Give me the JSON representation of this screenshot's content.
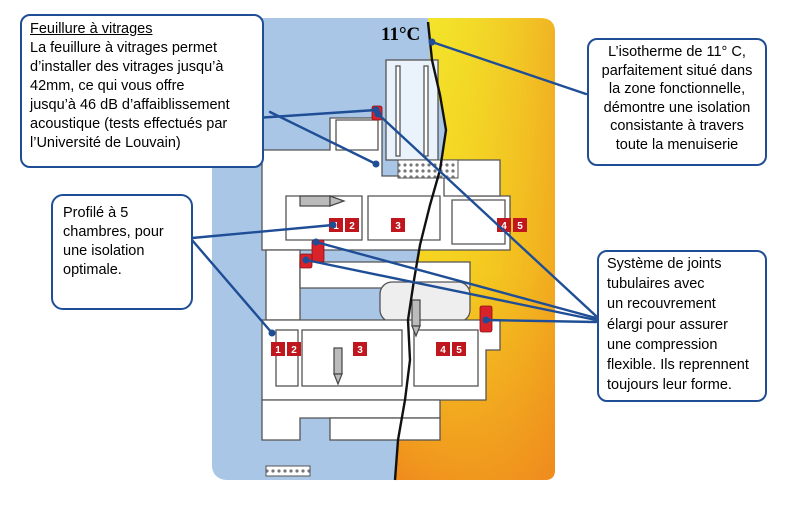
{
  "temperature_label": "11°C",
  "callouts": {
    "feuillure": {
      "title": "Feuillure à vitrages",
      "body": "La feuillure à vitrages permet\nd’installer des vitrages jusqu’à\n42mm, ce qui vous offre\njusqu’à 46 dB d’affaiblissement\nacoustique (tests effectués par\nl’Université de Louvain)"
    },
    "profile": {
      "body": "Profilé à 5\nchambres, pour\nune isolation\noptimale."
    },
    "isotherme": {
      "body": "L’isotherme de 11° C,\nparfaitement situé dans\nla zone fonctionnelle,\ndémontre une isolation\nconsistante à travers\ntoute la menuiserie"
    },
    "joints": {
      "body": "Système de joints\ntubulaires avec\nun recouvrement\nélargi pour assurer\nune compression\nflexible. Ils reprennent\ntoujours leur forme."
    }
  },
  "chamber_labels": {
    "upper_left": [
      "1",
      "2"
    ],
    "upper_mid": "3",
    "upper_right": [
      "4",
      "5"
    ],
    "lower_left": [
      "1",
      "2"
    ],
    "lower_mid": "3",
    "lower_right": [
      "4",
      "5"
    ]
  },
  "colors": {
    "cold_blue": "#a9c6e6",
    "warm_yellow": "#f3e62a",
    "warm_orange": "#f08a1c",
    "profile_white": "#ffffff",
    "arrow_blue": "#1f4e96",
    "gasket_red": "#d8232a",
    "marker_red": "#c0161e"
  }
}
